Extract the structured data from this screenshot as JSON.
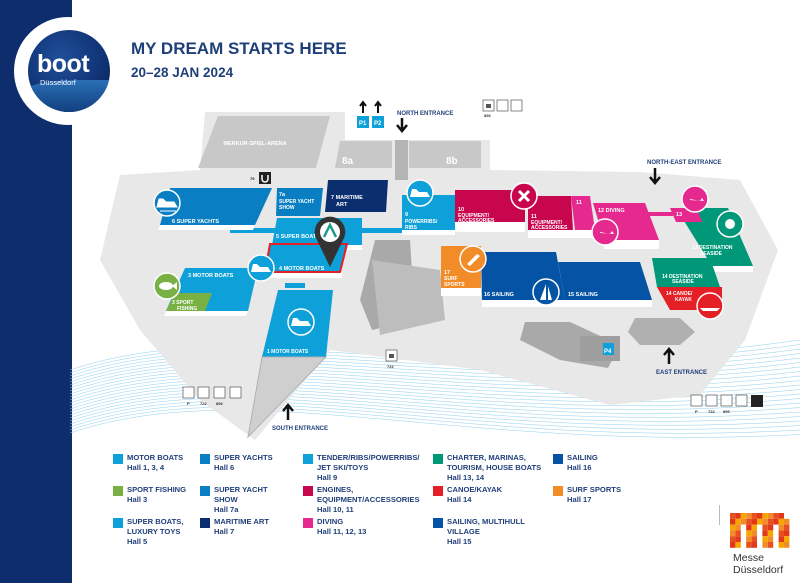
{
  "header": {
    "title": "MY DREAM STARTS HERE",
    "date": "20–28 JAN 2024"
  },
  "logo": {
    "brand": "boot",
    "city": "Düsseldorf"
  },
  "colors": {
    "navy": "#0d2d6c",
    "motor_boats": "#0ea0d8",
    "super_yachts": "#0a7ec2",
    "maritime_art": "#0b2f6e",
    "sport_fishing": "#79b043",
    "engines": "#c8064e",
    "diving": "#e6298e",
    "charter": "#009878",
    "canoe": "#e41f26",
    "sailing": "#0553a4",
    "surf": "#f28c28",
    "grey": "#c8c8c8"
  },
  "map": {
    "entrances": {
      "north": "NORTH ENTRANCE",
      "north_east": "NORTH-EAST ENTRANCE",
      "east": "EAST ENTRANCE",
      "south": "SOUTH ENTRANCE"
    },
    "buildings": {
      "arena": "MERKUR-SPIEL-ARENA",
      "hall_8a": "8a",
      "hall_8b": "8b"
    },
    "parking": {
      "p1": "P1",
      "p2": "P2",
      "p4": "P4"
    },
    "halls": {
      "h6": "6 SUPER YACHTS",
      "h7a_num": "7a",
      "h7a_1": "SUPER YACHT",
      "h7a_2": "SHOW",
      "h7_1": "7 MARITIME",
      "h7_2": "ART",
      "h5": "5 SUPER BOATS",
      "h4": "4 MOTOR BOATS",
      "h3": "3 MOTOR BOATS",
      "h3f_1": "3 SPORT",
      "h3f_2": "FISHING",
      "h1": "1 MOTOR BOATS",
      "h9_num": "9",
      "h9_1": "POWERRIBS/",
      "h9_2": "RIBS",
      "h10_num": "10",
      "h10_1": "EQUIPMENT/",
      "h10_2": "ACCESSORIES",
      "h11_num": "11",
      "h11_1": "EQUIPMENT/",
      "h11_2": "ACCESSORIES",
      "h11b": "11",
      "h12": "12 DIVING",
      "h13s": "13",
      "h13_1": "13 DESTINATION",
      "h13_2": "SEASIDE",
      "h14_1": "14 DESTINATION",
      "h14_2": "SEASIDE",
      "h14c_1": "14 CANOE/",
      "h14c_2": "KAYAK",
      "h17_num": "17",
      "h17_1": "SURF",
      "h17_2": "SPORTS",
      "h16": "16 SAILING",
      "h15": "15 SAILING"
    },
    "transport": {
      "u79": "79",
      "bus_896": "896",
      "bus_722": "722",
      "park": "P",
      "bus_722b": "722",
      "bus_896b": "896",
      "park_e": "P",
      "bus_722e": "722",
      "bus_896e": "896"
    }
  },
  "legend": [
    {
      "label": "MOTOR BOATS",
      "halls": "Hall 1, 3, 4",
      "color": "#0ea0d8"
    },
    {
      "label": "SPORT FISHING",
      "halls": "Hall 3",
      "color": "#79b043"
    },
    {
      "label": "SUPER BOATS, LUXURY TOYS",
      "halls": "Hall 5",
      "color": "#0ea0d8"
    },
    {
      "label": "SUPER YACHTS",
      "halls": "Hall 6",
      "color": "#0a7ec2"
    },
    {
      "label": "SUPER YACHT SHOW",
      "halls": "Hall 7a",
      "color": "#0a7ec2"
    },
    {
      "label": "MARITIME ART",
      "halls": "Hall 7",
      "color": "#0b2f6e"
    },
    {
      "label": "TENDER/RIBS/POWERRIBS/ JET SKI/TOYS",
      "halls": "Hall 9",
      "color": "#0ea0d8"
    },
    {
      "label": "ENGINES, EQUIPMENT/ACCESSORIES",
      "halls": "Hall 10, 11",
      "color": "#c8064e"
    },
    {
      "label": "DIVING",
      "halls": "Hall 11, 12, 13",
      "color": "#e6298e"
    },
    {
      "label": "CHARTER, MARINAS, TOURISM, HOUSE BOATS",
      "halls": "Hall 13, 14",
      "color": "#009878"
    },
    {
      "label": "CANOE/KAYAK",
      "halls": "Hall 14",
      "color": "#e41f26"
    },
    {
      "label": "SAILING, MULTIHULL VILLAGE",
      "halls": "Hall 15",
      "color": "#0553a4"
    },
    {
      "label": "SAILING",
      "halls": "Hall 16",
      "color": "#0553a4"
    },
    {
      "label": "SURF SPORTS",
      "halls": "Hall 17",
      "color": "#f28c28"
    }
  ],
  "footer": {
    "messe_1": "Messe",
    "messe_2": "Düsseldorf"
  }
}
